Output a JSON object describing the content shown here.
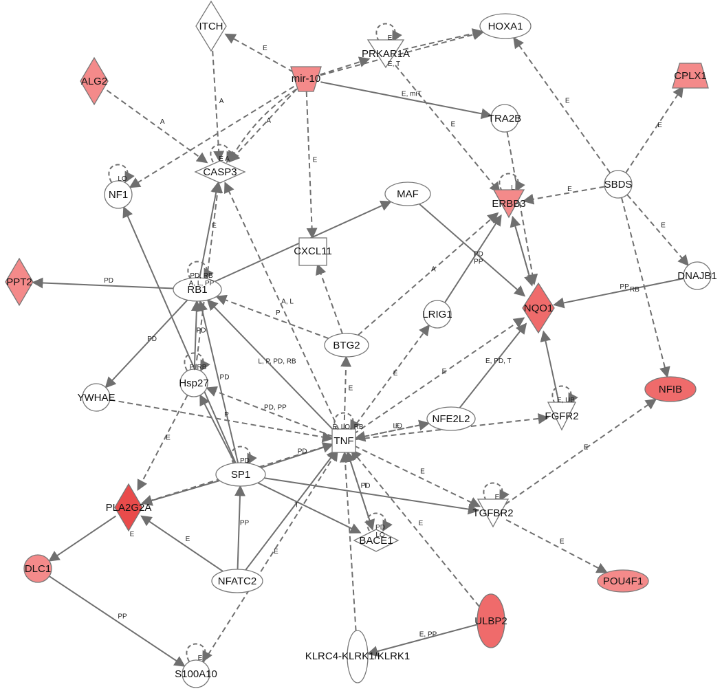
{
  "colors": {
    "edge": "#6f6f6f",
    "node_stroke": "#777777",
    "white": "#ffffff",
    "light_red": "#f48a8a",
    "mid_red": "#ef6b6b",
    "dark_red": "#e94b4b"
  },
  "nodes": {
    "ITCH": {
      "label": "ITCH",
      "shape": "diamond",
      "fill": "white"
    },
    "PRKAR1A": {
      "label": "PRKAR1A",
      "shape": "triangle-down",
      "fill": "white"
    },
    "HOXA1": {
      "label": "HOXA1",
      "shape": "ellipse",
      "fill": "white"
    },
    "ALG2": {
      "label": "ALG2",
      "shape": "diamond",
      "fill": "light_red"
    },
    "mir10": {
      "label": "mir-10",
      "shape": "trapezoid-down",
      "fill": "light_red"
    },
    "CPLX1": {
      "label": "CPLX1",
      "shape": "trapezoid",
      "fill": "light_red"
    },
    "TRA2B": {
      "label": "TRA2B",
      "shape": "circle",
      "fill": "white"
    },
    "CASP3": {
      "label": "CASP3",
      "shape": "diamond",
      "fill": "white"
    },
    "NF1": {
      "label": "NF1",
      "shape": "circle",
      "fill": "white"
    },
    "MAF": {
      "label": "MAF",
      "shape": "ellipse",
      "fill": "white"
    },
    "ERBB3": {
      "label": "ERBB3",
      "shape": "triangle-down",
      "fill": "light_red"
    },
    "SBDS": {
      "label": "SBDS",
      "shape": "circle",
      "fill": "white"
    },
    "CXCL11": {
      "label": "CXCL11",
      "shape": "square",
      "fill": "white"
    },
    "PPT2": {
      "label": "PPT2",
      "shape": "diamond",
      "fill": "light_red"
    },
    "RB1": {
      "label": "RB1",
      "shape": "ellipse",
      "fill": "white"
    },
    "DNAJB1": {
      "label": "DNAJB1",
      "shape": "circle",
      "fill": "white"
    },
    "LRIG1": {
      "label": "LRIG1",
      "shape": "circle",
      "fill": "white"
    },
    "NQO1": {
      "label": "NQO1",
      "shape": "diamond",
      "fill": "mid_red"
    },
    "BTG2": {
      "label": "BTG2",
      "shape": "ellipse",
      "fill": "white"
    },
    "Hsp27": {
      "label": "Hsp27",
      "shape": "circle",
      "fill": "white"
    },
    "NFIB": {
      "label": "NFIB",
      "shape": "ellipse",
      "fill": "mid_red"
    },
    "YWHAE": {
      "label": "YWHAE",
      "shape": "circle",
      "fill": "white"
    },
    "NFE2L2": {
      "label": "NFE2L2",
      "shape": "ellipse",
      "fill": "white"
    },
    "FGFR2": {
      "label": "FGFR2",
      "shape": "triangle-down",
      "fill": "white"
    },
    "TNF": {
      "label": "TNF",
      "shape": "square",
      "fill": "white"
    },
    "SP1": {
      "label": "SP1",
      "shape": "ellipse",
      "fill": "white"
    },
    "PLA2G2A": {
      "label": "PLA2G2A",
      "shape": "diamond",
      "fill": "dark_red"
    },
    "TGFBR2": {
      "label": "TGFBR2",
      "shape": "triangle-down",
      "fill": "white"
    },
    "BACE1": {
      "label": "BACE1",
      "shape": "diamond",
      "fill": "white"
    },
    "DLC1": {
      "label": "DLC1",
      "shape": "circle",
      "fill": "light_red"
    },
    "NFATC2": {
      "label": "NFATC2",
      "shape": "ellipse",
      "fill": "white"
    },
    "POU4F1": {
      "label": "POU4F1",
      "shape": "ellipse",
      "fill": "light_red"
    },
    "ULBP2": {
      "label": "ULBP2",
      "shape": "ellipse",
      "fill": "mid_red"
    },
    "KLRC4": {
      "label": "KLRC4-KLRK1/KLRK1",
      "shape": "ellipse",
      "fill": "white"
    },
    "S100A10": {
      "label": "S100A10",
      "shape": "circle",
      "fill": "white"
    }
  },
  "edges": [
    {
      "from": "mir10",
      "to": "ITCH",
      "dashed": true,
      "label": "E"
    },
    {
      "from": "mir10",
      "to": "HOXA1",
      "dashed": true,
      "label": ""
    },
    {
      "from": "mir10",
      "to": "PRKAR1A",
      "dashed": true,
      "label": ""
    },
    {
      "from": "mir10",
      "to": "TRA2B",
      "dashed": false,
      "label": "E, miT"
    },
    {
      "from": "mir10",
      "to": "CASP3",
      "dashed": true,
      "label": "A"
    },
    {
      "from": "mir10",
      "to": "CXCL11",
      "dashed": true,
      "label": "E"
    },
    {
      "from": "mir10",
      "to": "NF1",
      "dashed": true,
      "label": ""
    },
    {
      "from": "mir10",
      "to": "CASP3",
      "dashed": true,
      "label": "",
      "bend": 18
    },
    {
      "from": "ALG2",
      "to": "CASP3",
      "dashed": true,
      "label": "A"
    },
    {
      "from": "ITCH",
      "to": "CASP3",
      "dashed": true,
      "label": "A"
    },
    {
      "from": "PRKAR1A",
      "to": "ERBB3",
      "dashed": true,
      "label": "E"
    },
    {
      "from": "PRKAR1A",
      "to": "HOXA1",
      "dashed": true,
      "label": ""
    },
    {
      "from": "SBDS",
      "to": "HOXA1",
      "dashed": true,
      "label": "E"
    },
    {
      "from": "SBDS",
      "to": "CPLX1",
      "dashed": true,
      "label": "E"
    },
    {
      "from": "SBDS",
      "to": "ERBB3",
      "dashed": true,
      "label": "E"
    },
    {
      "from": "SBDS",
      "to": "DNAJB1",
      "dashed": true,
      "label": "E"
    },
    {
      "from": "SBDS",
      "to": "NFIB",
      "dashed": true,
      "label": ""
    },
    {
      "from": "TRA2B",
      "to": "NQO1",
      "dashed": true,
      "label": ""
    },
    {
      "from": "RB1",
      "to": "PPT2",
      "dashed": false,
      "label": "PD"
    },
    {
      "from": "RB1",
      "to": "MAF",
      "dashed": false,
      "label": ""
    },
    {
      "from": "RB1",
      "to": "YWHAE",
      "dashed": false,
      "label": "PD"
    },
    {
      "from": "RB1",
      "to": "CASP3",
      "dashed": false,
      "label": "E"
    },
    {
      "from": "MAF",
      "to": "NQO1",
      "dashed": false,
      "label": ""
    },
    {
      "from": "LRIG1",
      "to": "ERBB3",
      "dashed": false,
      "label": "PD\nPP"
    },
    {
      "from": "BTG2",
      "to": "ERBB3",
      "dashed": true,
      "label": "A"
    },
    {
      "from": "BTG2",
      "to": "RB1",
      "dashed": true,
      "label": "P"
    },
    {
      "from": "BTG2",
      "to": "CXCL11",
      "dashed": true,
      "label": ""
    },
    {
      "from": "NQO1",
      "to": "ERBB3",
      "dashed": false,
      "label": ""
    },
    {
      "from": "ERBB3",
      "to": "NQO1",
      "dashed": true,
      "label": ""
    },
    {
      "from": "DNAJB1",
      "to": "NQO1",
      "dashed": false,
      "label": "PP"
    },
    {
      "from": "FGFR2",
      "to": "NQO1",
      "dashed": false,
      "label": ""
    },
    {
      "from": "NFE2L2",
      "to": "NQO1",
      "dashed": false,
      "label": "E, PD, T"
    },
    {
      "from": "TNF",
      "to": "NQO1",
      "dashed": true,
      "label": "E"
    },
    {
      "from": "TNF",
      "to": "LRIG1",
      "dashed": true,
      "label": "E"
    },
    {
      "from": "TNF",
      "to": "BTG2",
      "dashed": true,
      "label": "E"
    },
    {
      "from": "TNF",
      "to": "CASP3",
      "dashed": true,
      "label": "A, L"
    },
    {
      "from": "TNF",
      "to": "RB1",
      "dashed": false,
      "label": "L, P, PD, RB"
    },
    {
      "from": "TNF",
      "to": "NFE2L2",
      "dashed": true,
      "label": "LO"
    },
    {
      "from": "NFE2L2",
      "to": "TNF",
      "dashed": true,
      "label": "E"
    },
    {
      "from": "TNF",
      "to": "FGFR2",
      "dashed": true,
      "label": ""
    },
    {
      "from": "TNF",
      "to": "Hsp27",
      "dashed": true,
      "label": "PD, PP"
    },
    {
      "from": "YWHAE",
      "to": "TNF",
      "dashed": true,
      "label": "P"
    },
    {
      "from": "TNF",
      "to": "BACE1",
      "dashed": true,
      "label": "T"
    },
    {
      "from": "TNF",
      "to": "TGFBR2",
      "dashed": true,
      "label": "E"
    },
    {
      "from": "SP1",
      "to": "TNF",
      "dashed": false,
      "label": "PD"
    },
    {
      "from": "NFATC2",
      "to": "TNF",
      "dashed": false,
      "label": "T"
    },
    {
      "from": "S100A10",
      "to": "TNF",
      "dashed": true,
      "label": "E"
    },
    {
      "from": "ULBP2",
      "to": "TNF",
      "dashed": true,
      "label": "E"
    },
    {
      "from": "KLRC4",
      "to": "TNF",
      "dashed": true,
      "label": ""
    },
    {
      "from": "BACE1",
      "to": "TNF",
      "dashed": false,
      "label": "PD"
    },
    {
      "from": "SP1",
      "to": "RB1",
      "dashed": false,
      "label": "PD"
    },
    {
      "from": "SP1",
      "to": "NF1",
      "dashed": false,
      "label": ""
    },
    {
      "from": "SP1",
      "to": "PLA2G2A",
      "dashed": false,
      "label": ""
    },
    {
      "from": "SP1",
      "to": "TGFBR2",
      "dashed": false,
      "label": ""
    },
    {
      "from": "SP1",
      "to": "BACE1",
      "dashed": false,
      "label": ""
    },
    {
      "from": "SP1",
      "to": "Hsp27",
      "dashed": false,
      "label": ""
    },
    {
      "from": "NFATC2",
      "to": "SP1",
      "dashed": false,
      "label": "PP"
    },
    {
      "from": "NFATC2",
      "to": "PLA2G2A",
      "dashed": false,
      "label": "E"
    },
    {
      "from": "Hsp27",
      "to": "CASP3",
      "dashed": true,
      "label": ""
    },
    {
      "from": "Hsp27",
      "to": "RB1",
      "dashed": false,
      "label": "PD"
    },
    {
      "from": "Hsp27",
      "to": "PLA2G2A",
      "dashed": true,
      "label": "E"
    },
    {
      "from": "PLA2G2A",
      "to": "DLC1",
      "dashed": false,
      "label": ""
    },
    {
      "from": "DLC1",
      "to": "S100A10",
      "dashed": false,
      "label": "PP"
    },
    {
      "from": "TGFBR2",
      "to": "NFIB",
      "dashed": true,
      "label": "E"
    },
    {
      "from": "TGFBR2",
      "to": "POU4F1",
      "dashed": true,
      "label": "E"
    },
    {
      "from": "ULBP2",
      "to": "KLRC4",
      "dashed": false,
      "label": "E, PP"
    },
    {
      "from": "TNF",
      "to": "PLA2G2A",
      "dashed": true,
      "label": ""
    }
  ],
  "self_loops": [
    {
      "node": "PRKAR1A",
      "label": "E",
      "dir": "up"
    },
    {
      "node": "CASP3",
      "label": "E  A",
      "dir": "up"
    },
    {
      "node": "NF1",
      "label": "LO",
      "dir": "up"
    },
    {
      "node": "ERBB3",
      "label": "L",
      "dir": "up"
    },
    {
      "node": "RB1",
      "label": "PD, RB\nA, L, PP",
      "dir": "up"
    },
    {
      "node": "Hsp27",
      "label": "P, RB",
      "dir": "up"
    },
    {
      "node": "FGFR2",
      "label": "E, UB",
      "dir": "up"
    },
    {
      "node": "TNF",
      "label": "E, LO, RB",
      "dir": "up"
    },
    {
      "node": "SP1",
      "label": "PD",
      "dir": "up"
    },
    {
      "node": "TGFBR2",
      "label": "E",
      "dir": "up"
    },
    {
      "node": "BACE1",
      "label": "PD\nLO",
      "dir": "up"
    },
    {
      "node": "S100A10",
      "label": "E",
      "dir": "up"
    }
  ],
  "extra_labels": [
    {
      "near": "PRKAR1A",
      "text": "E, T"
    },
    {
      "near": "NQO1",
      "text": "RB"
    },
    {
      "near": "PLA2G2A",
      "text": "E"
    }
  ]
}
